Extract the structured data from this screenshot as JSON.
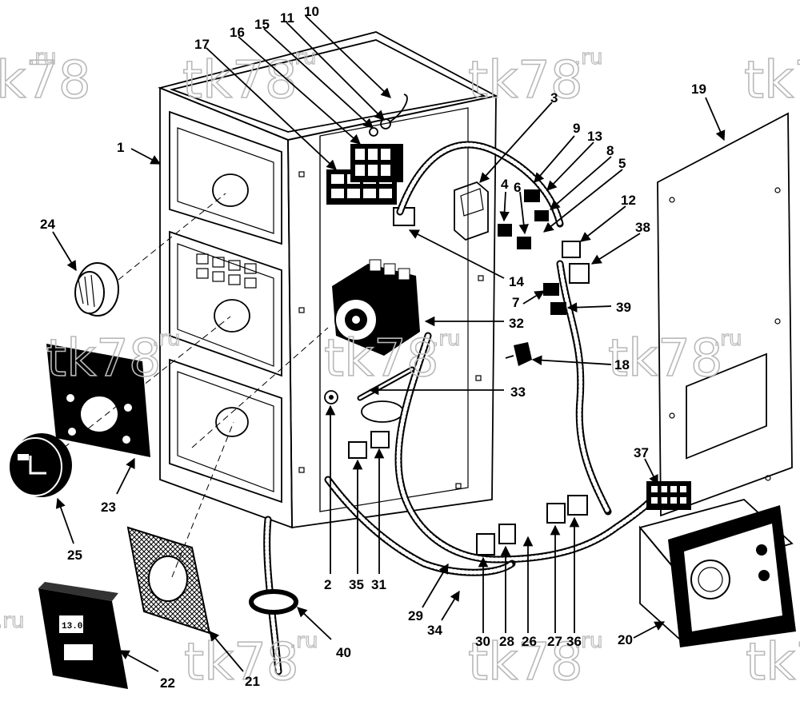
{
  "watermark": {
    "text": "tk78",
    "suffix": ".ru"
  },
  "callouts": {
    "c1": "1",
    "c2": "2",
    "c3": "3",
    "c4": "4",
    "c5": "5",
    "c6": "6",
    "c7": "7",
    "c8": "8",
    "c9": "9",
    "c10": "10",
    "c11": "11",
    "c12": "12",
    "c13": "13",
    "c14": "14",
    "c15": "15",
    "c16": "16",
    "c17": "17",
    "c18": "18",
    "c19": "19",
    "c20": "20",
    "c21": "21",
    "c22": "22",
    "c23": "23",
    "c24": "24",
    "c25": "25",
    "c26": "26",
    "c27": "27",
    "c28": "28",
    "c29": "29",
    "c30": "30",
    "c31": "31",
    "c32": "32",
    "c33": "33",
    "c34": "34",
    "c35": "35",
    "c36": "36",
    "c37": "37",
    "c38": "38",
    "c39": "39",
    "c40": "40"
  },
  "meter22": {
    "display": "13.0"
  }
}
